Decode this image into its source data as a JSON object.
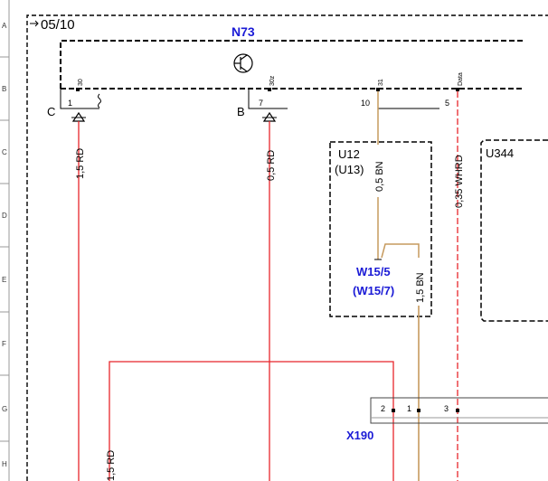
{
  "rows": [
    "A",
    "B",
    "C",
    "D",
    "E",
    "F",
    "G",
    "H"
  ],
  "page_ref": "05/10",
  "module": {
    "name": "N73",
    "pins": [
      {
        "id": "p1",
        "num": "1",
        "label": "30"
      },
      {
        "id": "p7",
        "num": "7",
        "label": "30z"
      },
      {
        "id": "p10",
        "num": "10",
        "label": "31"
      },
      {
        "id": "p5",
        "num": "5",
        "label": "Data"
      }
    ]
  },
  "ground_points": {
    "c": "C",
    "b": "B"
  },
  "wires": {
    "w1": "1,5 RD",
    "w7": "0,5 RD",
    "w10": "0,5 BN",
    "w5": "0,35 WHRD",
    "w15": "1,5 BN",
    "wl": "1,5 RD"
  },
  "boxes": {
    "u12": {
      "line1": "U12",
      "line2": "(U13)"
    },
    "u344": "U344"
  },
  "splice": {
    "line1": "W15/5",
    "line2": "(W15/7)"
  },
  "connector": {
    "name": "X190",
    "pins": [
      "2",
      "1",
      "3"
    ]
  },
  "colors": {
    "red": "#e8252b",
    "brown": "#c69a5e",
    "blue": "#1b1bd6",
    "black": "#000000"
  }
}
